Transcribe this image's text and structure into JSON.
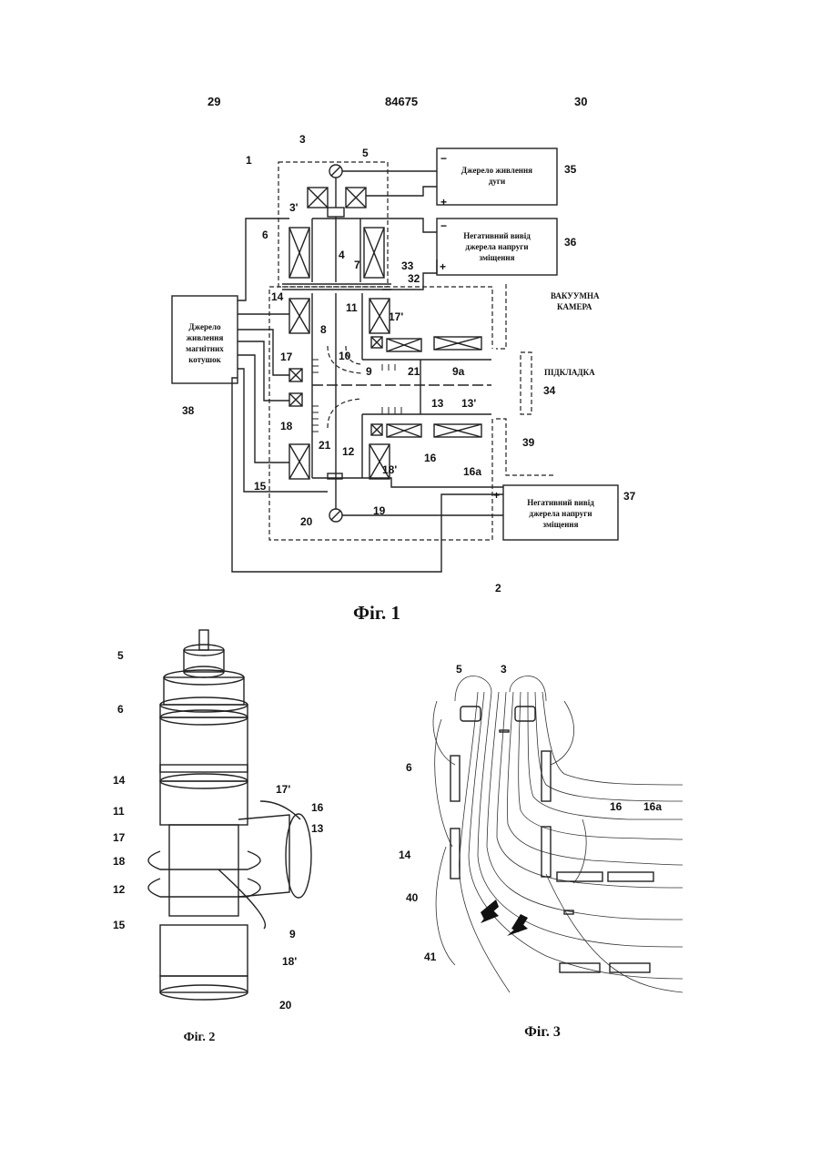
{
  "header": {
    "left_page": "29",
    "patent_no": "84675",
    "right_page": "30"
  },
  "fig1": {
    "caption": "Фіг. 1",
    "boxes": {
      "arc_supply": [
        "Джерело живлення",
        "дуги"
      ],
      "neg_bias_top": [
        "Негативний вивід",
        "джерела напруги",
        "зміщення"
      ],
      "coil_supply": [
        "Джерело",
        "живлення",
        "магнітних",
        "котушок"
      ],
      "neg_bias_bottom": [
        "Негативний вивід",
        "джерела напруги",
        "зміщення"
      ]
    },
    "vacuum_chamber": [
      "ВАКУУМНА",
      "КАМЕРА"
    ],
    "substrate": "ПІДКЛАДКА",
    "labels": [
      "1",
      "3",
      "3'",
      "5",
      "6",
      "4",
      "7",
      "33",
      "32",
      "14",
      "11",
      "17'",
      "8",
      "10",
      "17",
      "9",
      "21",
      "9a",
      "18",
      "13",
      "13'",
      "21",
      "12",
      "16",
      "16a",
      "15",
      "18'",
      "20",
      "19",
      "2",
      "35",
      "36",
      "38",
      "34",
      "39",
      "37"
    ]
  },
  "fig2": {
    "caption": "Фіг. 2",
    "labels": [
      "5",
      "6",
      "14",
      "11",
      "17",
      "18",
      "12",
      "15",
      "17'",
      "16",
      "13",
      "9",
      "18'",
      "20"
    ]
  },
  "fig3": {
    "caption": "Фіг. 3",
    "labels": [
      "5",
      "3",
      "6",
      "16",
      "16a",
      "14",
      "40",
      "41"
    ]
  }
}
